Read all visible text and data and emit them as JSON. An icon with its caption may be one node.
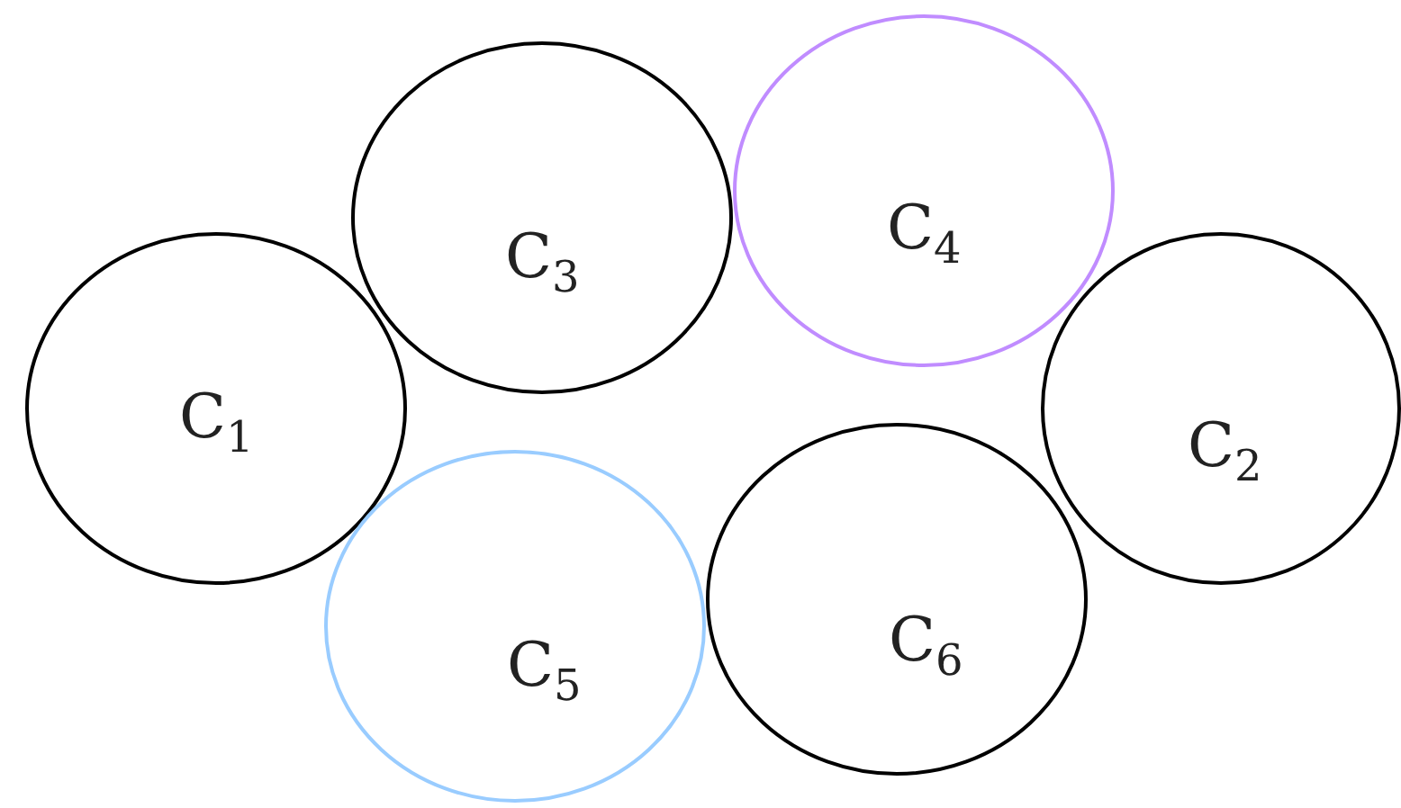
{
  "diagram": {
    "nodes": [
      {
        "text": [
          "C$_{3}$"
        ]
      },
      {
        "text": [
          "C$_{4}$"
        ]
      },
      {
        "text": [
          "C$_{1}$"
        ]
      },
      {
        "text": [
          "C$_{2}$"
        ]
      },
      {
        "text": [
          "C$_{5}$"
        ]
      },
      {
        "text": [
          "C$_{6}$"
        ]
      }
    ]
  }
}
